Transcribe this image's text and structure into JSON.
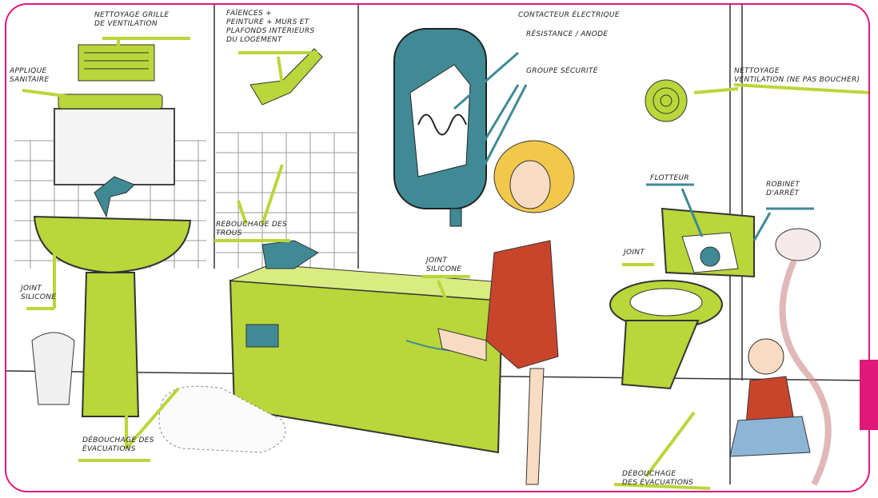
{
  "labels": {
    "nettoyage_grille": "Nettoyage grille\nde ventilation",
    "faiences": "Faïences +\npeinture + murs et\nplafonds intérieurs\ndu logement",
    "contacteur": "Contacteur électrique",
    "resistance_anode": "Résistance / anode",
    "groupe_securite": "Groupe sécurité",
    "nettoyage_ventilation": "Nettoyage\nventilation (ne pas boucher)",
    "applique_sanitaire": "Applique\nsanitaire",
    "rebouchage_trous": "Rebouchage des\ntrous",
    "joint_silicone_tub": "Joint\nsilicone",
    "joint_silicone_sink": "Joint\nsilicone",
    "flotteur": "Flotteur",
    "robinet_arret": "Robinet\nd'arrêt",
    "joint_wc": "Joint",
    "debouchage_left": "Débouchage des\névacuations",
    "debouchage_right": "Débouchage\ndes évacuations"
  },
  "colors": {
    "border": "#e0187a",
    "fixture_green": "#b9d63a",
    "teal": "#3f8a95",
    "towel_red": "#c8452c",
    "hair_yellow": "#f2c84b"
  }
}
